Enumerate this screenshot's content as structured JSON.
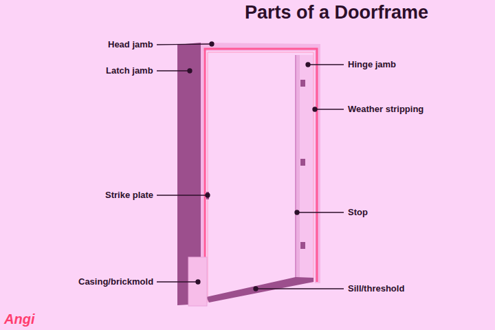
{
  "diagram": {
    "title": "Parts of a Doorframe",
    "labels": [
      "Head jamb",
      "Latch jamb",
      "Strike plate",
      "Casing/brickmold",
      "Hinge jamb",
      "Weather stripping",
      "Stop",
      "Sill/threshold",
      "Angi"
    ]
  }
}
